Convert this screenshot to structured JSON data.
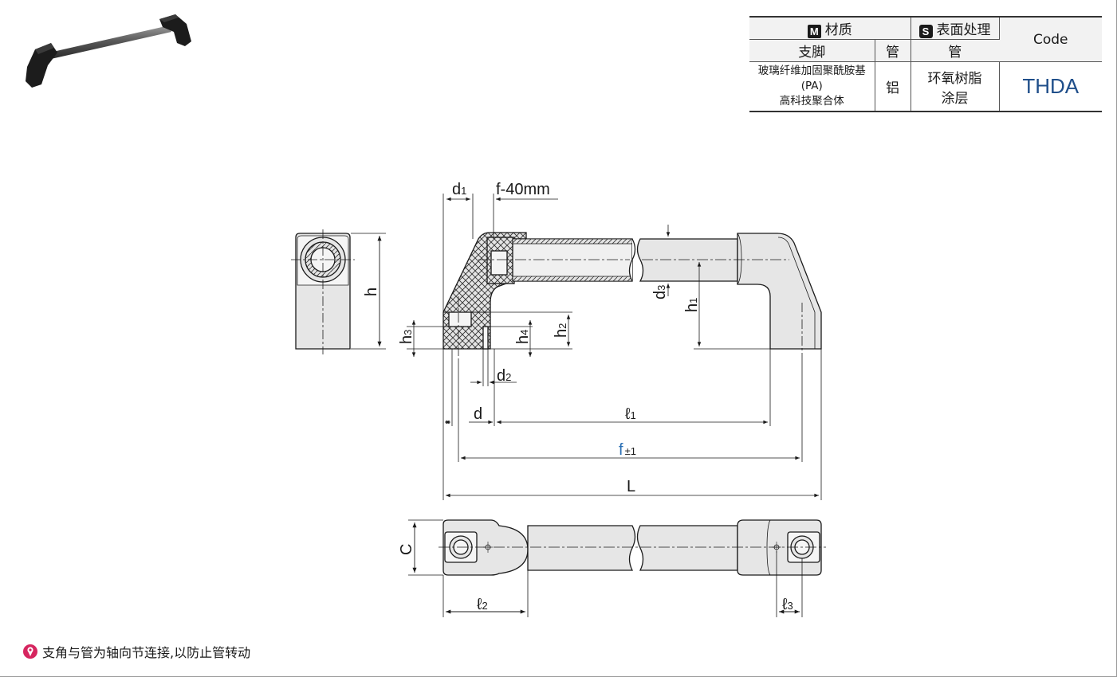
{
  "spec_table": {
    "material_tag": "M",
    "material_header": "材质",
    "surface_tag": "S",
    "surface_header": "表面处理",
    "code_header": "Code",
    "sub_bracket": "支脚",
    "sub_tube": "管",
    "sub_tube_surface": "管",
    "bracket_material_line1": "玻璃纤维加固聚酰胺基(PA)",
    "bracket_material_line2": "高科技聚合体",
    "tube_material": "铝",
    "tube_surface_line1": "环氧树脂",
    "tube_surface_line2": "涂层",
    "code_value": "THDA"
  },
  "dimensions": {
    "d1": "d",
    "d1_sub": "1",
    "f40": "f-40mm",
    "h": "h",
    "h1": "h",
    "h1_sub": "1",
    "h2": "h",
    "h2_sub": "2",
    "h3": "h",
    "h3_sub": "3",
    "h4": "h",
    "h4_sub": "4",
    "d2": "d",
    "d2_sub": "2",
    "d3": "d",
    "d3_sub": "3",
    "d": "d",
    "l1": "ℓ",
    "l1_sub": "1",
    "f": "f",
    "f_tol": "±1",
    "L": "L",
    "C": "C",
    "l2": "ℓ",
    "l2_sub": "2",
    "l3": "ℓ",
    "l3_sub": "3"
  },
  "colors": {
    "accent_blue": "#1f4e8a",
    "f_blue": "#2a6fb5",
    "note_icon": "#d6255f",
    "part_fill": "#e6e6e6"
  },
  "note": {
    "icon": "info-pin-icon",
    "text": "支角与管为轴向节连接,以防止管转动"
  }
}
